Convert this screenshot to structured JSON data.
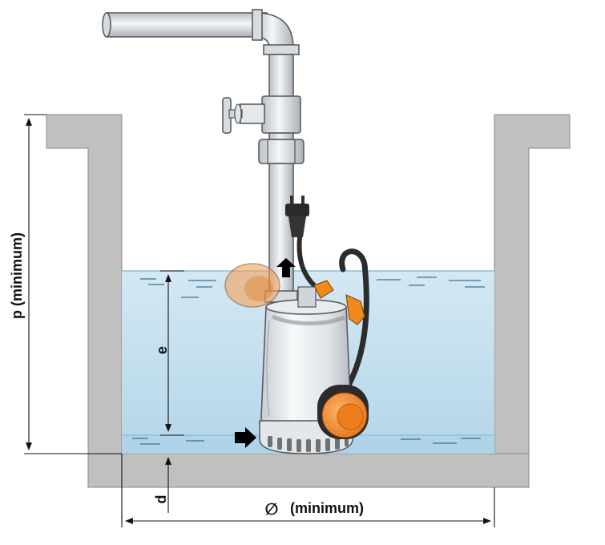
{
  "labels": {
    "p": "p (minimum)",
    "e": "e",
    "d": "d",
    "diameter_symbol": "∅",
    "diameter": "(minimum)"
  },
  "colors": {
    "wall": "#c0c0c0",
    "wall_outline": "#8a8a8a",
    "water": "#bcdcec",
    "water_surface": "#d6eaf4",
    "pipe": "#dde2e6",
    "pump_body": "#e9edf0",
    "float": "#f08a1e",
    "cable": "#2c2c2c",
    "dimension_line": "#111111"
  },
  "icons": {
    "flow_arrow": "black-arrow-icon",
    "valve": "gate-valve-icon",
    "plug": "power-plug-icon"
  }
}
